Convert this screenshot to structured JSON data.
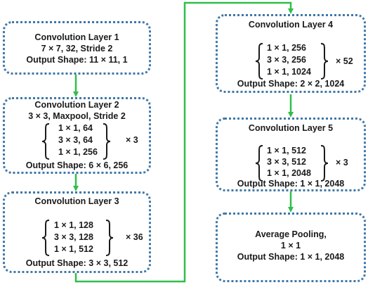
{
  "layers": [
    {
      "title": "Convolution Layer 1",
      "subtitle": "7 × 7, 32, Stride 2",
      "output": "Output Shape: 11 × 11, 1"
    },
    {
      "title": "Convolution Layer 2",
      "subtitle": "3 × 3, Maxpool, Stride 2",
      "rows": [
        "1 × 1, 64",
        "3 × 3, 64",
        "1 × 1, 256"
      ],
      "mult": "× 3",
      "output": "Output Shape: 6 × 6, 256"
    },
    {
      "title": "Convolution Layer 3",
      "rows": [
        "1 × 1, 128",
        "3 × 3, 128",
        "1 × 1, 512"
      ],
      "mult": "× 36",
      "output": "Output Shape: 3 × 3, 512"
    },
    {
      "title": "Convolution Layer 4",
      "rows": [
        "1 × 1, 256",
        "3 × 3, 256",
        "1 × 1, 1024"
      ],
      "mult": "× 52",
      "output": "Output Shape: 2 × 2, 1024"
    },
    {
      "title": "Convolution Layer 5",
      "rows": [
        "1 × 1, 512",
        "3 × 3, 512",
        "1 × 1, 2048"
      ],
      "mult": "× 3",
      "output": "Output Shape: 1 × 1, 2048"
    },
    {
      "title": "Average Pooling,",
      "subtitle": "1 × 1",
      "output": "Output Shape: 1 × 1, 2048"
    }
  ],
  "colors": {
    "border": "#3f78a8",
    "arrow": "#2fbf4a",
    "text": "#1a1a1a"
  }
}
